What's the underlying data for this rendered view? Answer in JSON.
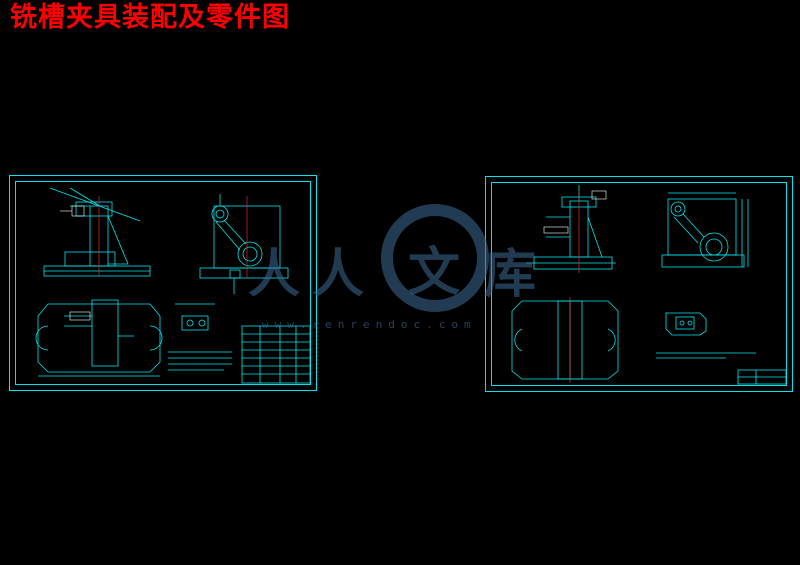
{
  "page": {
    "title": "铣槽夹具装配及零件图"
  },
  "watermark": {
    "chars": [
      "人",
      "人",
      "文",
      "库"
    ],
    "url": "www.renrendoc.com"
  },
  "colors": {
    "background": "#000000",
    "title": "#ff0000",
    "drawing_line": "#00e5ee",
    "drawing_accent": "#ffffff",
    "watermark": "#3c6e96"
  },
  "sheets": [
    {
      "name": "assembly-drawing"
    },
    {
      "name": "part-drawing"
    }
  ]
}
